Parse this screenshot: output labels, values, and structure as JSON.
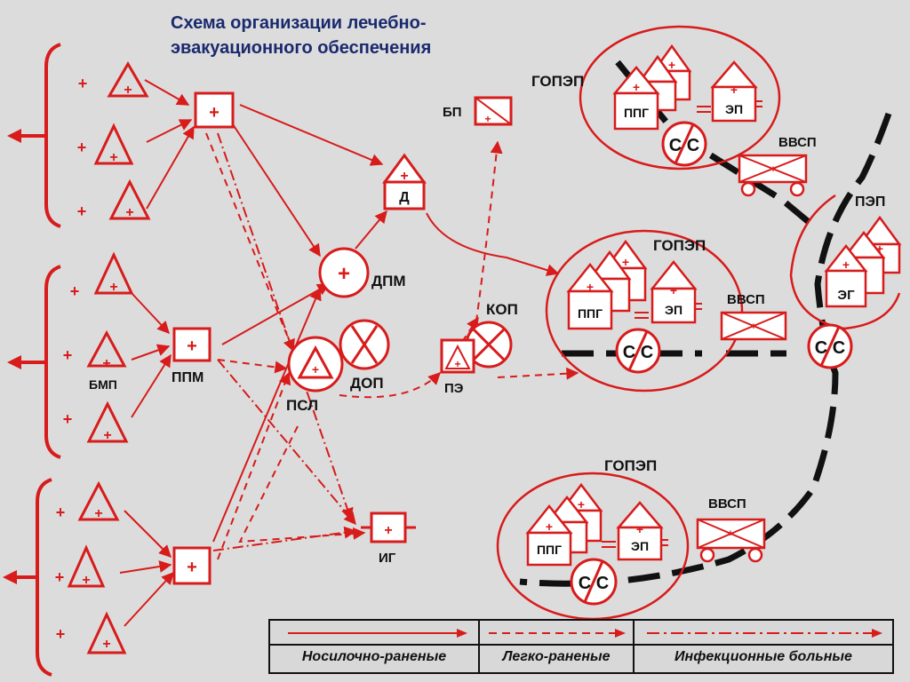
{
  "title": "Схема организации лечебно-эвакуационного обеспечения",
  "colors": {
    "accent": "#d81b1b",
    "road": "#111111",
    "title": "#1a2a6e",
    "background": "#dcdcdc"
  },
  "labels": {
    "plus": "+",
    "bmp": "БМП",
    "ppm": "ППМ",
    "d": "Д",
    "dpm": "ДПМ",
    "psl": "ПСЛ",
    "dop": "ДОП",
    "bp": "БП",
    "kop": "КОП",
    "pe": "ПЭ",
    "ig": "ИГ",
    "gopep": "ГОПЭП",
    "ppg": "ППГ",
    "ep": "ЭП",
    "vvsp": "ВВСП",
    "pep": "ПЭП",
    "eg": "ЭГ",
    "cc": "С С"
  },
  "legend": [
    {
      "text": "Носилочно-раненые",
      "line": "solid"
    },
    {
      "text": "Легко-раненые",
      "line": "dashed"
    },
    {
      "text": "Инфекционные больные",
      "line": "dashdot"
    }
  ]
}
